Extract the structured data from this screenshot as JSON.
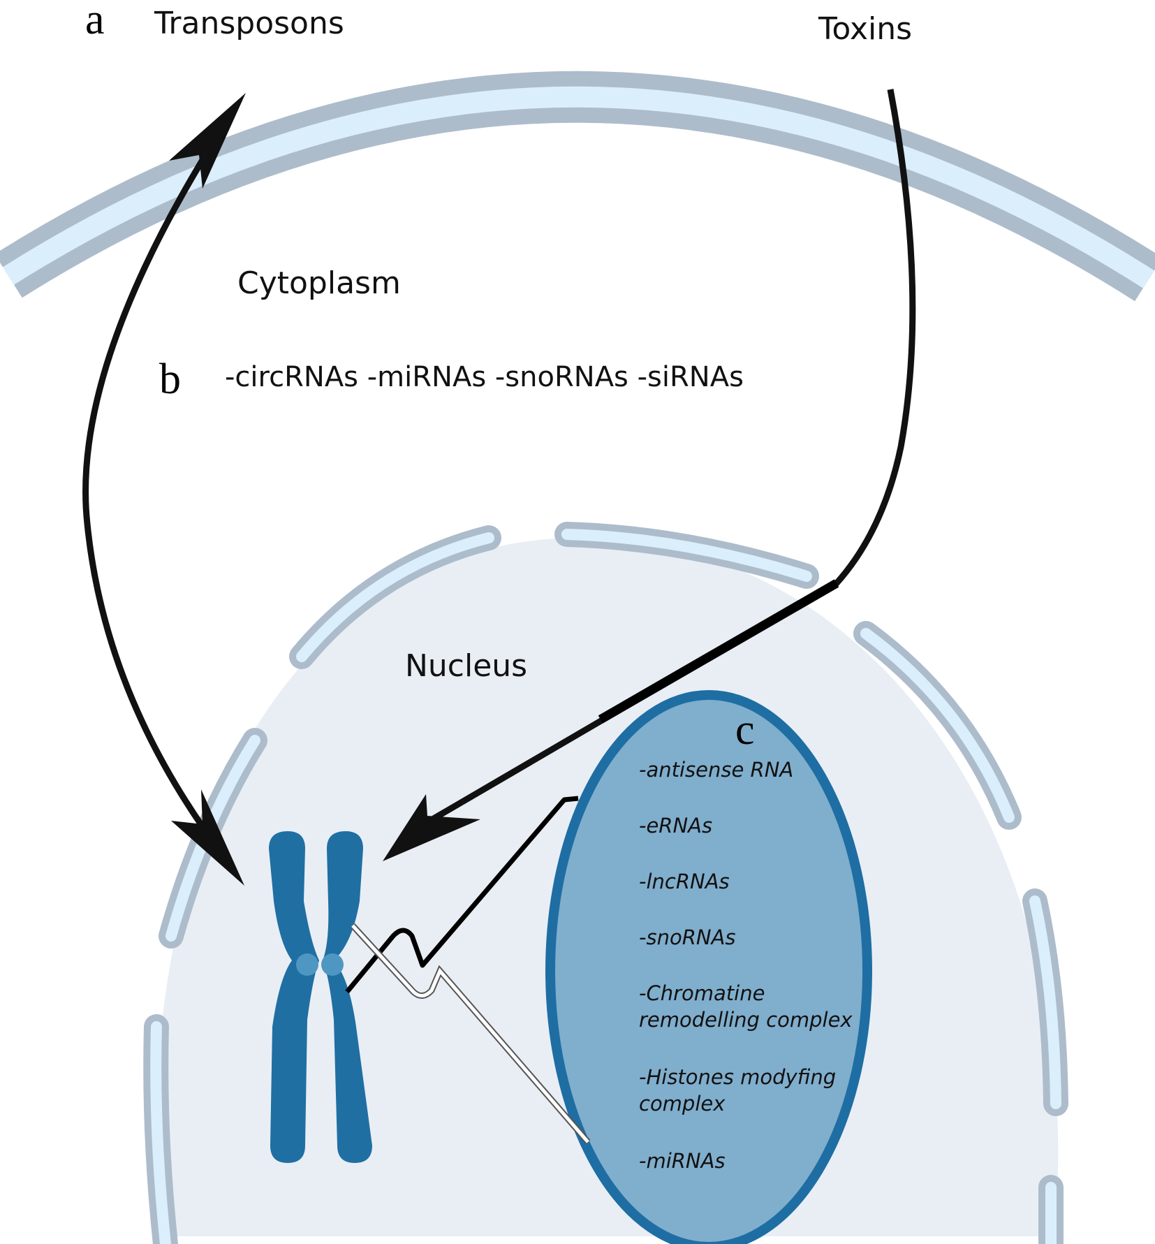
{
  "figure": {
    "panel_labels": {
      "a": "a",
      "b": "b",
      "c": "c"
    },
    "regions": {
      "transposons": "Transposons",
      "toxins": "Toxins",
      "cytoplasm": "Cytoplasm",
      "nucleus": "Nucleus"
    },
    "cytoplasm_ncrnas": "-circRNAs -miRNAs -snoRNAs -siRNAs",
    "nuclear_factors": [
      [
        "-antisense RNA"
      ],
      [
        "-eRNAs"
      ],
      [
        "-lncRNAs"
      ],
      [
        "-snoRNAs"
      ],
      [
        "-Chromatine",
        "remodelling complex"
      ],
      [
        "-Histones modyfing",
        "complex"
      ],
      [
        "-miRNAs"
      ]
    ],
    "colors": {
      "membrane_outline": "#adbccb",
      "membrane_fill": "#dbeefc",
      "nucleus_fill": "#e9eef5",
      "chromosome": "#1f6fa3",
      "centromere": "#4f97c3",
      "zoom_ellipse_fill": "#80aecd",
      "zoom_ellipse_stroke": "#1e6ea3",
      "arrow": "#111111"
    }
  }
}
